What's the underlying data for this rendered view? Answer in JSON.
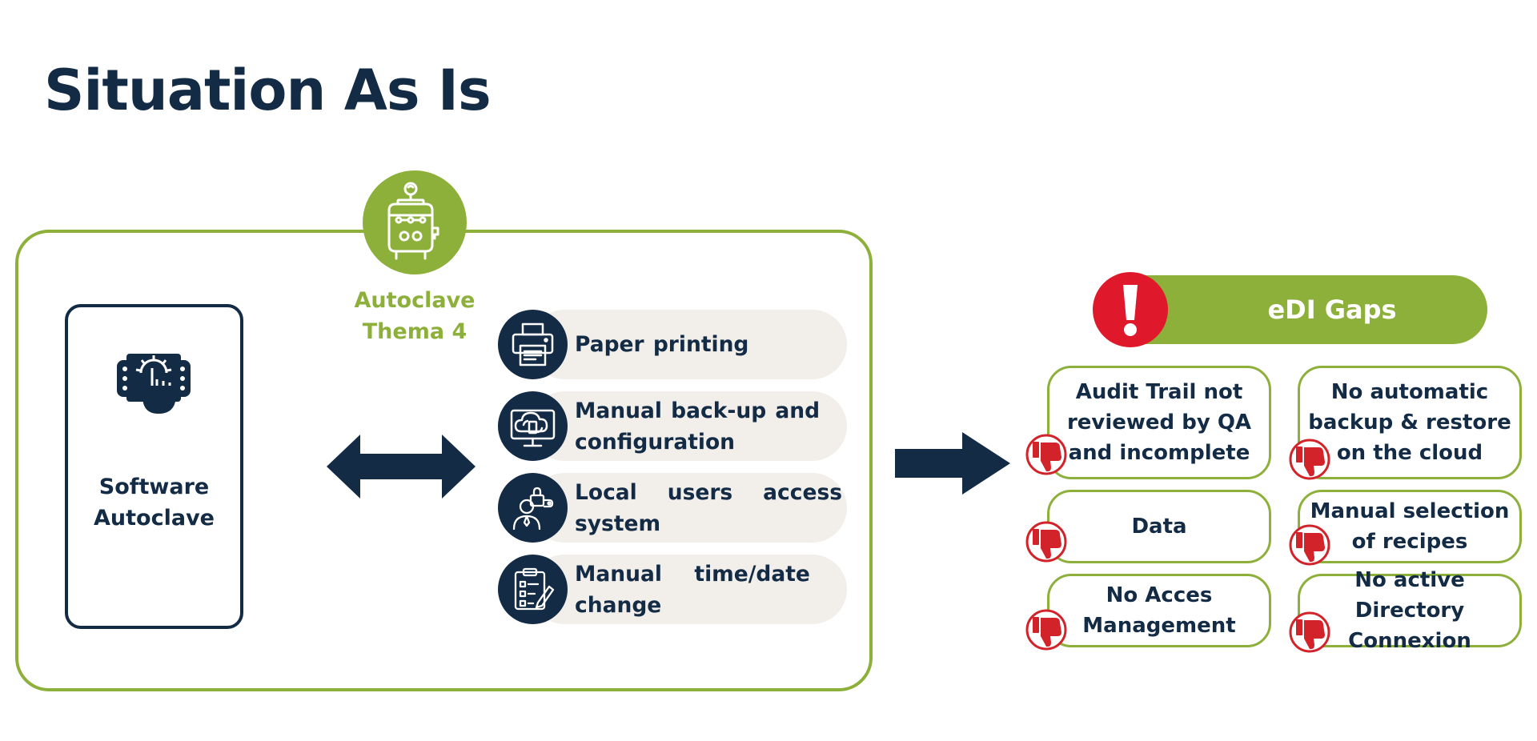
{
  "title": "Situation As Is",
  "autoclave": {
    "icon": "autoclave-icon",
    "label_lines": [
      "Autoclave",
      "Thema 4"
    ]
  },
  "software": {
    "icon": "software-settings-icon",
    "label_lines": [
      "Software",
      "Autoclave"
    ]
  },
  "features": [
    {
      "icon": "printer-icon",
      "lines": [
        "Paper printing"
      ]
    },
    {
      "icon": "cloud-backup-icon",
      "lines": [
        "Manual back-up and",
        "configuration"
      ]
    },
    {
      "icon": "user-lock-icon",
      "lines": [
        "Local users access",
        "system"
      ]
    },
    {
      "icon": "clipboard-checklist-icon",
      "lines": [
        "Manual time/date",
        "change"
      ]
    }
  ],
  "gaps_header": {
    "label": "eDI Gaps",
    "icon": "exclamation-icon"
  },
  "gaps": [
    {
      "lines": [
        "Audit Trail not",
        "reviewed by QA",
        "and incomplete"
      ],
      "icon": "thumbs-down-icon"
    },
    {
      "lines": [
        "No automatic",
        "backup & restore",
        "on the cloud"
      ],
      "icon": "thumbs-down-icon"
    },
    {
      "lines": [
        "Data"
      ],
      "icon": "thumbs-down-icon"
    },
    {
      "lines": [
        "Manual selection",
        "of recipes"
      ],
      "icon": "thumbs-down-icon"
    },
    {
      "lines": [
        "No Acces",
        "Management"
      ],
      "icon": "thumbs-down-icon"
    },
    {
      "lines": [
        "No active Directory",
        "Connexion"
      ],
      "icon": "thumbs-down-icon"
    }
  ],
  "colors": {
    "navy": "#132b45",
    "green": "#8db03b",
    "red": "#e0182b",
    "pill": "#f2eeea"
  }
}
